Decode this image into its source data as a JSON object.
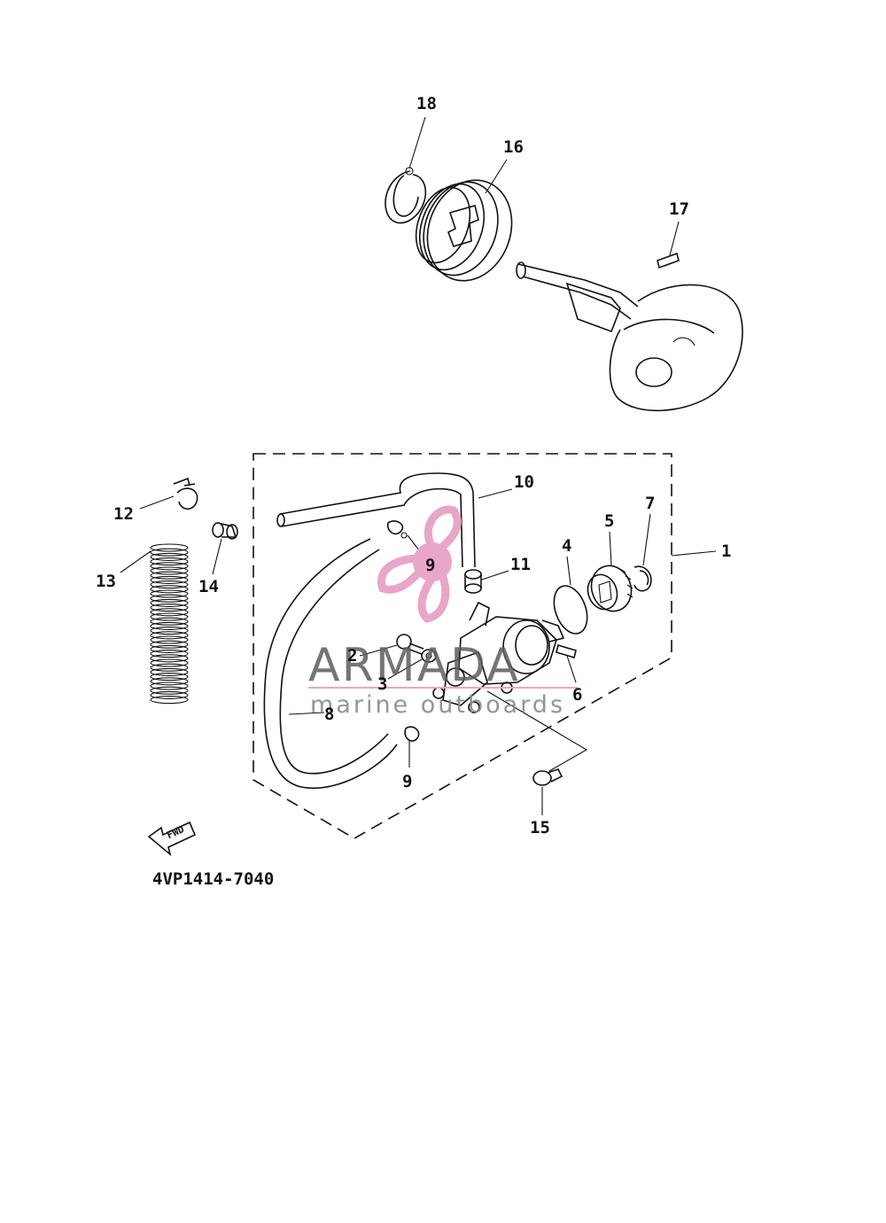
{
  "diagram": {
    "part_code": "4VP1414-7040",
    "fwd_label": "FWD",
    "watermark": {
      "brand": "ARMADA",
      "tagline": "marine outboards",
      "pink_color": "#e8a6c8",
      "gray_color": "#6a6a6a"
    },
    "labels": [
      "1",
      "2",
      "3",
      "4",
      "5",
      "6",
      "7",
      "8",
      "9",
      "9",
      "10",
      "11",
      "12",
      "13",
      "14",
      "15",
      "16",
      "17",
      "18"
    ]
  }
}
